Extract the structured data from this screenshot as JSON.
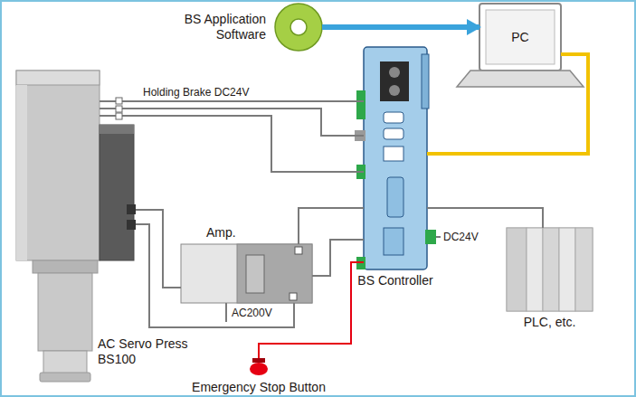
{
  "diagram": {
    "nodes": [
      {
        "text": [
          "BS Application Software"
        ]
      },
      {
        "text": [
          "PC"
        ]
      },
      {
        "text": [
          "AC Servo Press BS100"
        ]
      },
      {
        "text": [
          "Amp."
        ]
      },
      {
        "text": [
          "BS Controller"
        ]
      },
      {
        "text": [
          "PLC, etc."
        ]
      },
      {
        "text": [
          "Emergency Stop Button"
        ]
      }
    ],
    "edges": [
      {
        "from": 0,
        "to": 1,
        "arrow": "to"
      },
      {
        "from": 2,
        "to": 4,
        "label": "Holding Brake DC24V",
        "arrow": "none"
      },
      {
        "from": 2,
        "to": 4,
        "arrow": "none"
      },
      {
        "from": 2,
        "to": 4,
        "arrow": "none"
      },
      {
        "from": 2,
        "to": 3,
        "arrow": "none"
      },
      {
        "from": 2,
        "to": 3,
        "arrow": "none"
      },
      {
        "from": 3,
        "to": 4,
        "arrow": "none"
      },
      {
        "from": 3,
        "to": 4,
        "arrow": "none"
      },
      {
        "from": 4,
        "to": 1,
        "arrow": "none"
      },
      {
        "from": 4,
        "to": 5,
        "arrow": "none"
      },
      {
        "from": 4,
        "to": 6,
        "arrow": "none"
      }
    ],
    "labels": [
      "AC200V",
      "DC24V"
    ]
  }
}
